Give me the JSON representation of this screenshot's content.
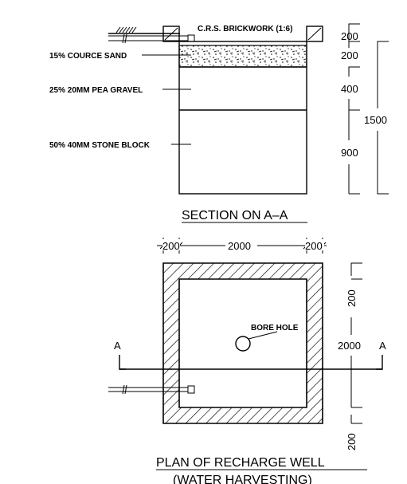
{
  "section": {
    "top_label": "C.R.S. BRICKWORK (1:6)",
    "layers": [
      {
        "label": "15% COURCE SAND"
      },
      {
        "label": "25% 20MM PEA GRAVEL"
      },
      {
        "label": "50% 40MM STONE BLOCK"
      }
    ],
    "dims": [
      "200",
      "200",
      "400",
      "900"
    ],
    "total_dim": "1500",
    "title": "SECTION  ON  A–A"
  },
  "plan": {
    "top_dims": [
      "200",
      "2000",
      "200"
    ],
    "right_dims": [
      "200",
      "2000",
      "200"
    ],
    "bore_label": "BORE HOLE",
    "section_mark_left": "A",
    "section_mark_right": "A",
    "title": "PLAN  OF  RECHARGE  WELL",
    "subtitle": "(WATER  HARVESTING)"
  }
}
